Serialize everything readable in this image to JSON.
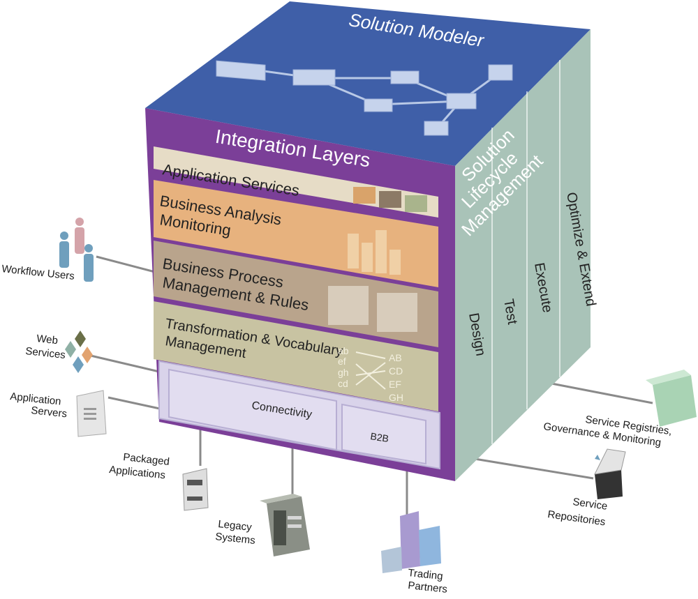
{
  "cube": {
    "top_title": "Solution Modeler",
    "front_title": "Integration Layers",
    "layers": {
      "app_services": "Application Services",
      "bam_line1": "Business Analysis",
      "bam_line2": "Monitoring",
      "bpm_line1": "Business Process",
      "bpm_line2": "Management & Rules",
      "tvm_line1": "Transformation & Vocabulary",
      "tvm_line2": "Management",
      "connectivity": "Connectivity",
      "b2b": "B2B"
    },
    "vocab": {
      "left": [
        "ab",
        "ef",
        "gh",
        "cd"
      ],
      "right": [
        "AB",
        "CD",
        "EF",
        "GH"
      ]
    },
    "side": {
      "title_line1": "Solution",
      "title_line2": "Lifecycle",
      "title_line3": "Management",
      "columns": [
        "Design",
        "Test",
        "Execute",
        "Optimize & Extend"
      ]
    }
  },
  "labels": {
    "workflow_users": "Workflow Users",
    "web_services_line1": "Web",
    "web_services_line2": "Services",
    "app_servers_line1": "Application",
    "app_servers_line2": "Servers",
    "packaged_line1": "Packaged",
    "packaged_line2": "Applications",
    "legacy_line1": "Legacy",
    "legacy_line2": "Systems",
    "trading_line1": "Trading",
    "trading_line2": "Partners",
    "registries_line1": "Service Registries,",
    "registries_line2": "Governance & Monitoring",
    "repositories_line1": "Service",
    "repositories_line2": "Repositories"
  },
  "colors": {
    "top_face": "#3f5fa8",
    "front_frame": "#7b3f98",
    "side_face": "#a9c3b8",
    "app_services": "#e6dcc6",
    "bam": "#e7b27e",
    "bpm": "#b9a48c",
    "tvm": "#c8c3a2",
    "connectivity": "#d9d3ea"
  }
}
